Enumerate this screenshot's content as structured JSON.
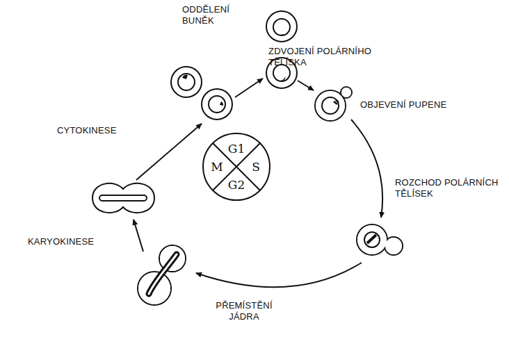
{
  "diagram": {
    "nodes": [
      {
        "text": [
          "G1",
          "M",
          "S",
          "G2"
        ]
      }
    ],
    "labels": [
      "ODDĚLENÍ BUNĚK",
      "ZDVOJENÍ POLÁRNÍHO TĚLÍSKA",
      "OBJEVENÍ PUPENE",
      "ROZCHOD POLÁRNÍCH TĚLÍSEK",
      "PŘEMÍSTĚNÍ JÁDRA",
      "KARYOKINESE",
      "CYTOKINESE"
    ]
  }
}
